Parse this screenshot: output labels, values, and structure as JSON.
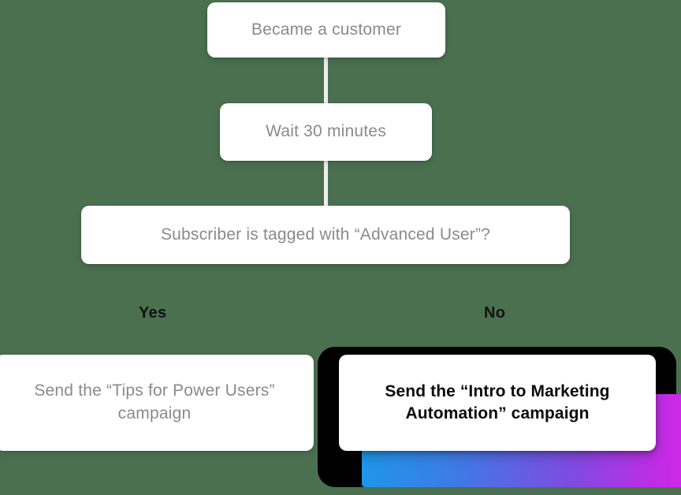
{
  "canvas": {
    "background_color": "#4A7050"
  },
  "flow": {
    "nodes": [
      {
        "id": "trigger",
        "label": "Became a customer"
      },
      {
        "id": "delay",
        "label": "Wait 30 minutes"
      },
      {
        "id": "condition",
        "label": "Subscriber is tagged with “Advanced User”?"
      }
    ],
    "branches": [
      {
        "id": "yes",
        "label": "Yes",
        "outcome": "Send the “Tips for Power Users” campaign"
      },
      {
        "id": "no",
        "label": "No",
        "outcome": "Send the “Intro to Marketing Automation” campaign"
      }
    ]
  },
  "highlight": {
    "backdrop_color": "#000000",
    "gradient_start_color": "#1F96E8",
    "gradient_mid_color": "#7E4BE0",
    "gradient_end_color": "#E81FE8"
  },
  "styles": {
    "card_background": "#FFFFFF",
    "card_text_color": "#8A8A8A",
    "branch_label_color": "#111111",
    "connector_color": "#EDEFEC"
  }
}
